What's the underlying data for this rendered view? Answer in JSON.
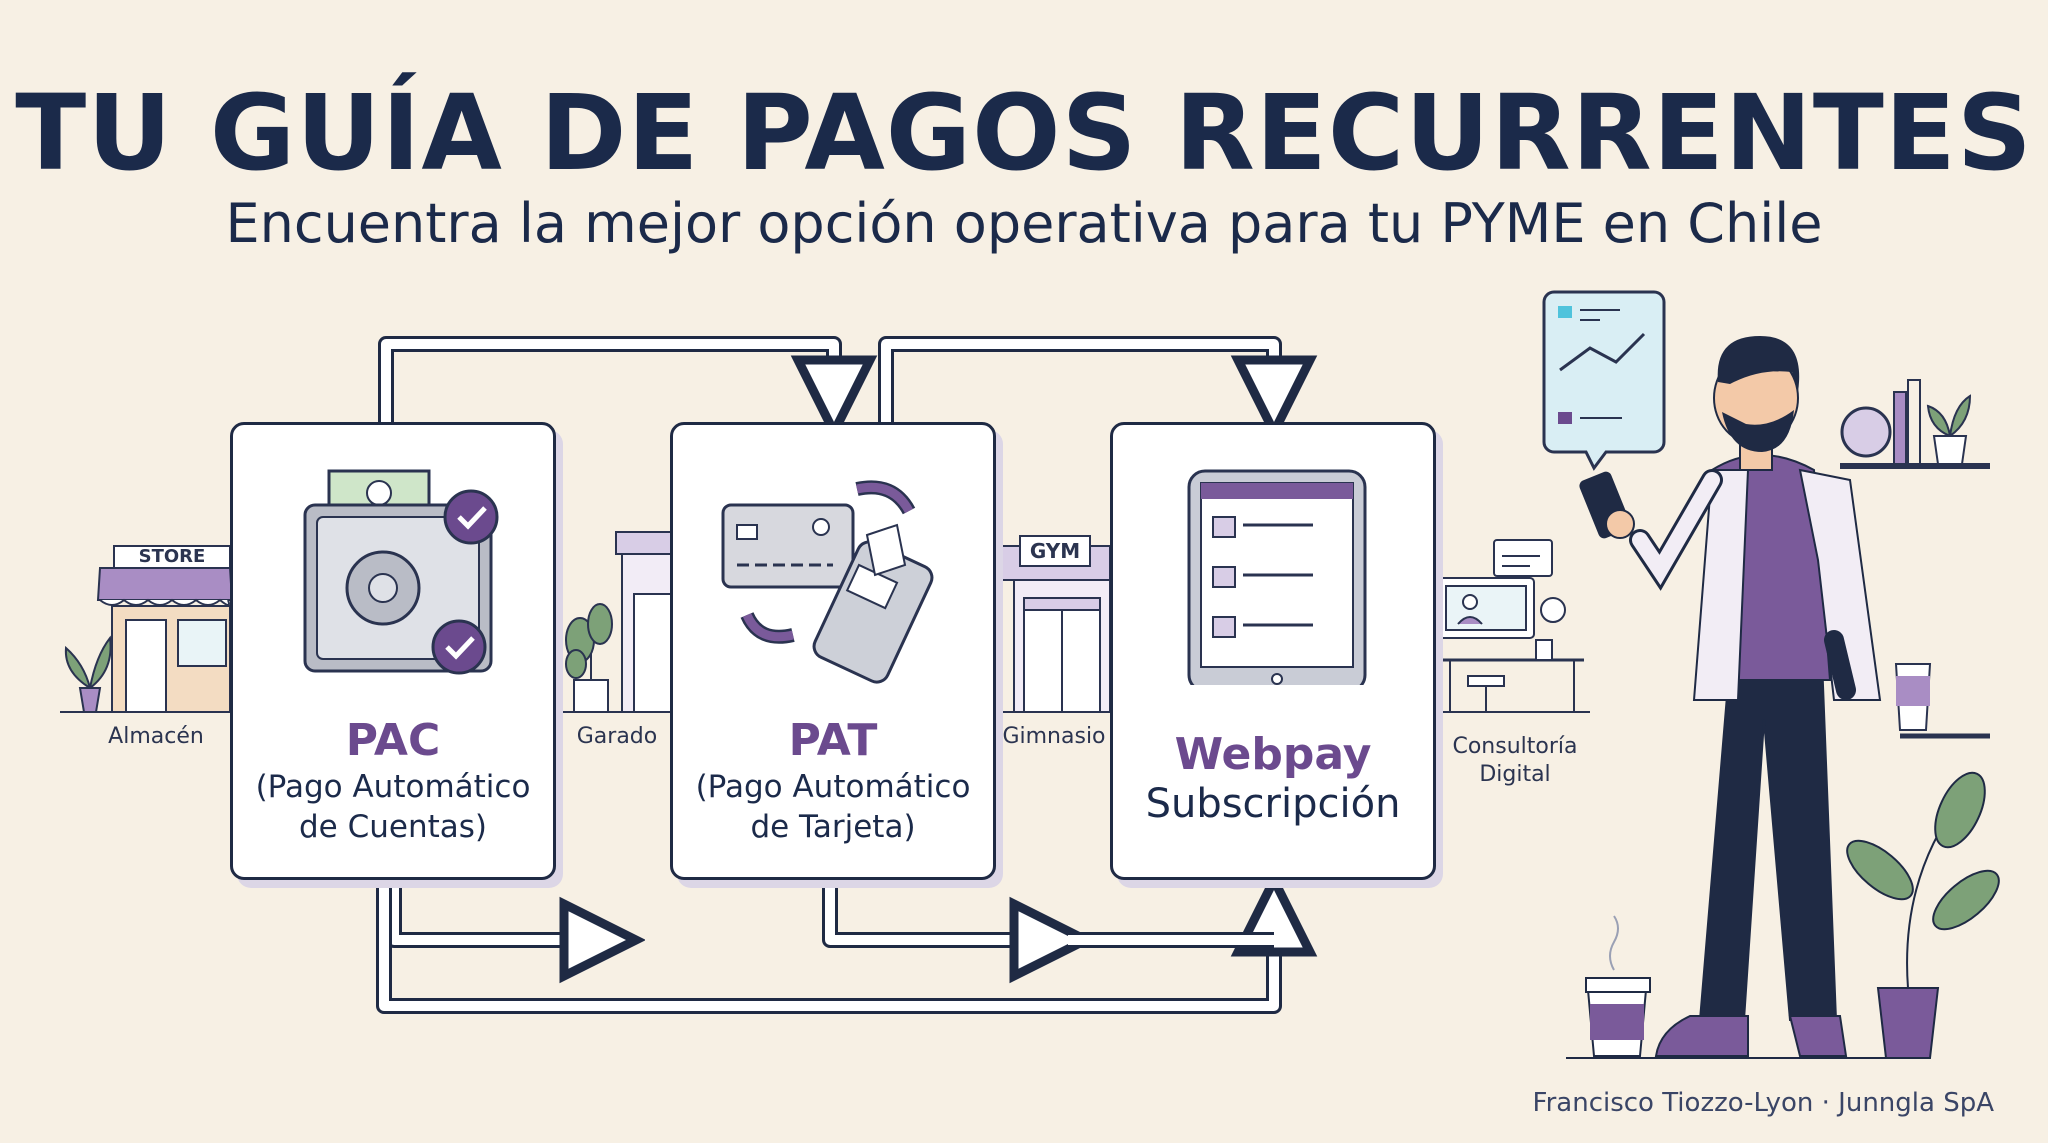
{
  "title": "TU GUÍA DE PAGOS RECURRENTES",
  "subtitle": "Encuentra la mejor opción operativa para tu PYME en Chile",
  "options": [
    {
      "name": "PAC",
      "desc_line1": "(Pago Automático",
      "desc_line2": "de Cuentas)"
    },
    {
      "name": "PAT",
      "desc_line1": "(Pago Automático",
      "desc_line2": "de Tarjeta)"
    },
    {
      "name": "Webpay",
      "desc_line1": "Subscripción"
    }
  ],
  "businesses": {
    "almacen": {
      "label": "Almacén",
      "sign": "STORE"
    },
    "garado": {
      "label": "Garado"
    },
    "gimnasio": {
      "label": "Gimnasio",
      "sign": "GYM"
    },
    "consultoria": {
      "label_line1": "Consultoría",
      "label_line2": "Digital"
    }
  },
  "credit": "Francisco Tiozzo-Lyon · Junngla SpA",
  "colors": {
    "navy": "#1b2a4a",
    "purple": "#6b4a8e",
    "lavender": "#a98dc4",
    "cream": "#f7f0e4",
    "green": "#5f8a5a"
  }
}
